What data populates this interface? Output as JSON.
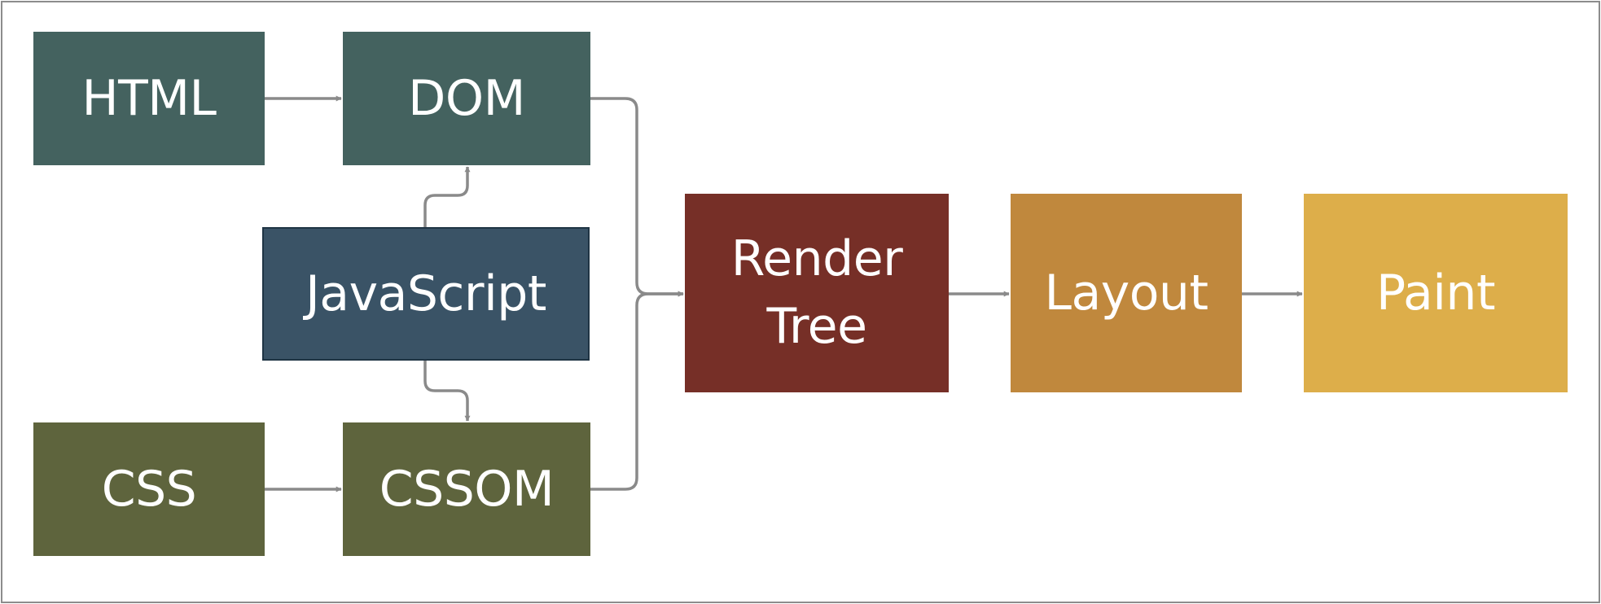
{
  "nodes": {
    "html": {
      "label": "HTML",
      "color": "#44625f"
    },
    "dom": {
      "label": "DOM",
      "color": "#44625f"
    },
    "js": {
      "label": "JavaScript",
      "color": "#3a5366"
    },
    "css": {
      "label": "CSS",
      "color": "#5e643d"
    },
    "cssom": {
      "label": "CSSOM",
      "color": "#5e643d"
    },
    "render": {
      "label": "Render\nTree",
      "color": "#762f27"
    },
    "layout": {
      "label": "Layout",
      "color": "#c0883d"
    },
    "paint": {
      "label": "Paint",
      "color": "#ddae4a"
    }
  },
  "edges": [
    {
      "from": "html",
      "to": "dom"
    },
    {
      "from": "css",
      "to": "cssom"
    },
    {
      "from": "js",
      "to": "dom"
    },
    {
      "from": "js",
      "to": "cssom"
    },
    {
      "from": "dom",
      "to": "render"
    },
    {
      "from": "cssom",
      "to": "render"
    },
    {
      "from": "render",
      "to": "layout"
    },
    {
      "from": "layout",
      "to": "paint"
    }
  ],
  "edge_color": "#8a8a8a"
}
